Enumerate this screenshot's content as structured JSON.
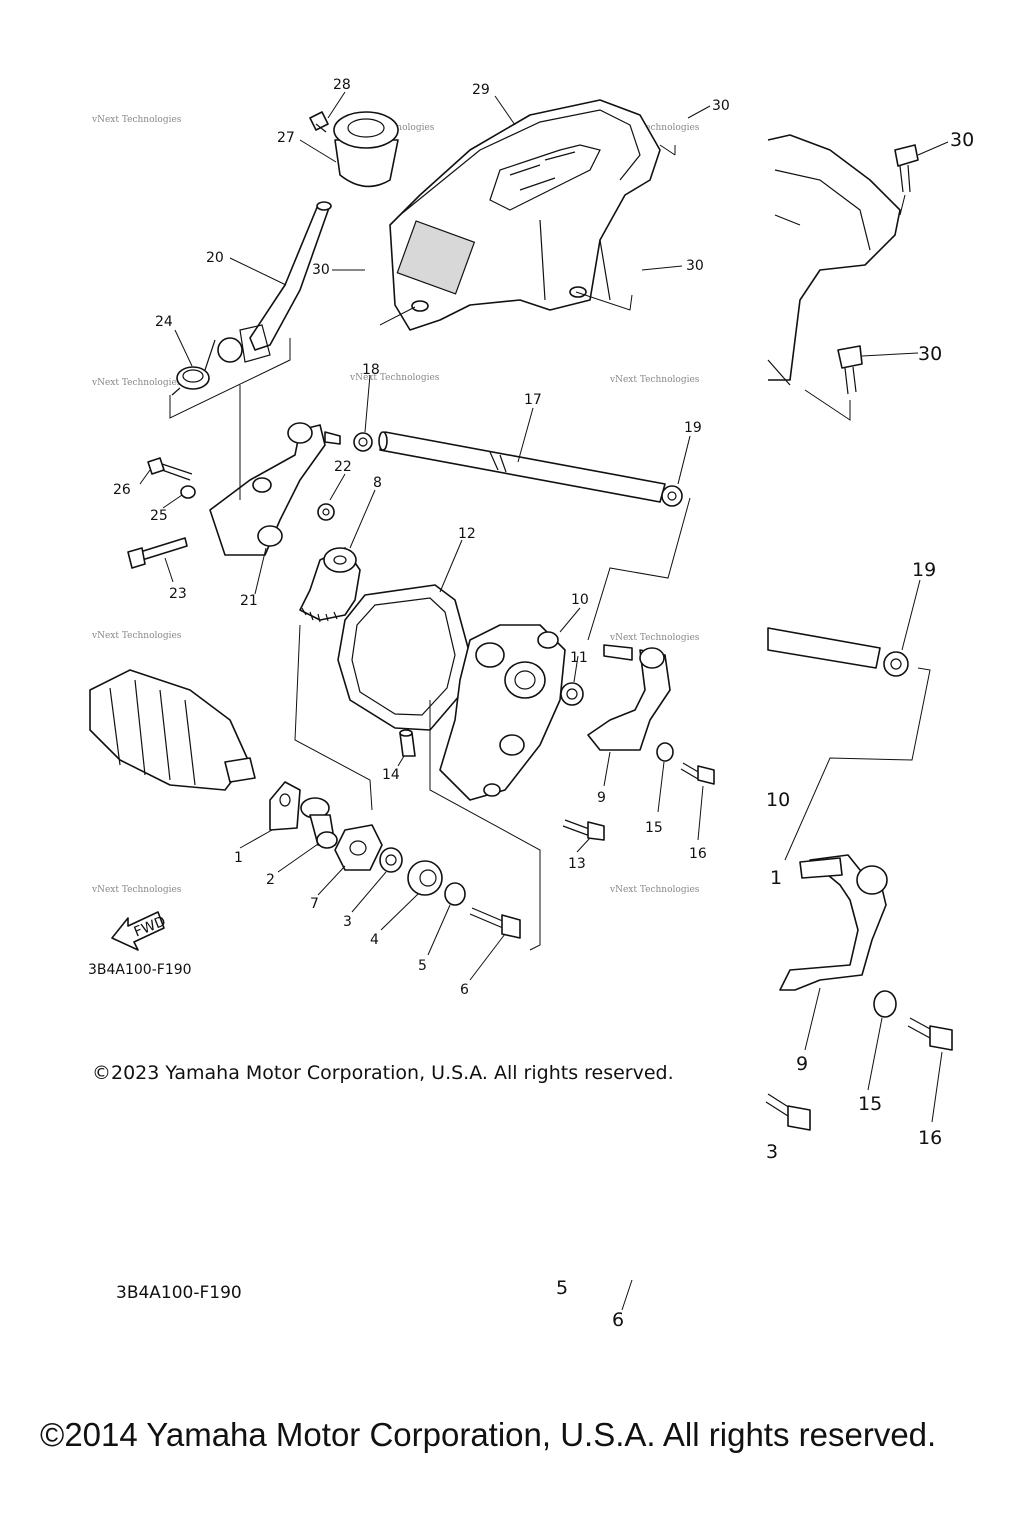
{
  "diagram_code": "3B4A100-F190",
  "diagram_code_repeat": "3B4A100-F190",
  "copyright_2023": "©2023 Yamaha Motor Corporation, U.S.A. All rights reserved.",
  "copyright_2014": "©2014 Yamaha Motor Corporation, U.S.A. All rights reserved.",
  "watermark": "vNext Technologies",
  "fwd_label": "FWD",
  "callouts": {
    "c1": "1",
    "c2": "2",
    "c3": "3",
    "c4": "4",
    "c5": "5",
    "c6": "6",
    "c7": "7",
    "c8": "8",
    "c9": "9",
    "c10": "10",
    "c11": "11",
    "c12": "12",
    "c13": "13",
    "c14": "14",
    "c15": "15",
    "c16": "16",
    "c17": "17",
    "c18": "18",
    "c19": "19",
    "c20": "20",
    "c21": "21",
    "c22": "22",
    "c23": "23",
    "c24": "24",
    "c25": "25",
    "c26": "26",
    "c27": "27",
    "c28": "28",
    "c29": "29",
    "c30a": "30",
    "c30b": "30",
    "c30c": "30"
  },
  "zoom_callouts": {
    "z30a": "30",
    "z30b": "30",
    "z19": "19",
    "z10": "10",
    "z1": "1",
    "z9": "9",
    "z15": "15",
    "z16": "16",
    "z3": "3",
    "z5": "5",
    "z6": "6"
  }
}
